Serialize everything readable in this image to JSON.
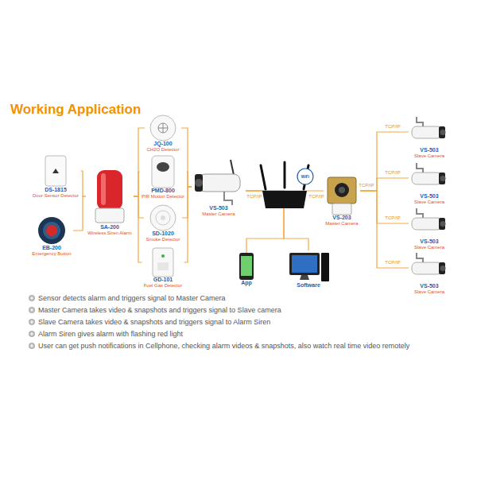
{
  "diagram": {
    "title": "Working Application",
    "nodes": [
      {
        "text": [
          "DS-1815",
          "Door Sensor Detector"
        ]
      },
      {
        "text": [
          "EB-200",
          "Emergency Button"
        ]
      },
      {
        "text": [
          "SA-200",
          "Wireless Siren Alarm"
        ]
      },
      {
        "text": [
          "JQ-100",
          "CH2O Detector"
        ]
      },
      {
        "text": [
          "PMD-800",
          "PIR Motion Detector"
        ]
      },
      {
        "text": [
          "SD-1020",
          "Smoke Detector"
        ]
      },
      {
        "text": [
          "GD-101",
          "Fuel Gas Detector"
        ]
      },
      {
        "text": [
          "VS-503",
          "Master Camera"
        ]
      },
      {
        "text": [
          "VS-203",
          "Master Camera"
        ]
      },
      {
        "text": [
          "App"
        ]
      },
      {
        "text": [
          "Software"
        ]
      },
      {
        "text": [
          "VS-503",
          "Slave Camera"
        ]
      },
      {
        "text": [
          "VS-503",
          "Slave Camera"
        ]
      },
      {
        "text": [
          "VS-503",
          "Slave Camera"
        ]
      },
      {
        "text": [
          "VS-503",
          "Slave Camera"
        ]
      }
    ],
    "edges": [
      {
        "from": 0,
        "to": 2,
        "arrow": "none"
      },
      {
        "from": 1,
        "to": 2,
        "arrow": "none"
      },
      {
        "from": 2,
        "to": 3,
        "arrow": "none"
      },
      {
        "from": 2,
        "to": 4,
        "arrow": "none"
      },
      {
        "from": 2,
        "to": 5,
        "arrow": "none"
      },
      {
        "from": 2,
        "to": 6,
        "arrow": "none"
      },
      {
        "from": 3,
        "to": 7,
        "arrow": "none"
      },
      {
        "from": 4,
        "to": 7,
        "arrow": "none"
      },
      {
        "from": 5,
        "to": 7,
        "arrow": "none"
      },
      {
        "from": 6,
        "to": 7,
        "arrow": "none"
      },
      {
        "from": 7,
        "to": 8,
        "arrow": "none"
      },
      {
        "from": 7,
        "to": 9,
        "arrow": "none"
      },
      {
        "from": 7,
        "to": 10,
        "arrow": "none"
      },
      {
        "from": 8,
        "to": 11,
        "arrow": "none"
      },
      {
        "from": 8,
        "to": 12,
        "arrow": "none"
      },
      {
        "from": 8,
        "to": 13,
        "arrow": "none"
      },
      {
        "from": 8,
        "to": 14,
        "arrow": "none"
      }
    ],
    "labels": [
      "TCP/IP",
      "TCP/IP",
      "TCP/IP",
      "TCP/IP",
      "TCP/IP",
      "TCP/IP",
      "TCP/IP",
      "WiFi",
      "Sensor detects alarm and triggers signal to Master Camera",
      "Master Camera takes video & snapshots and triggers signal to Slave camera",
      "Slave  Camera takes video & snapshots and triggers signal to Alarm Siren",
      "Alarm Siren gives alarm with flashing red light",
      "User can get push notifications in Cellphone, checking alarm videos & snapshots, also watch real time video remotely"
    ]
  }
}
